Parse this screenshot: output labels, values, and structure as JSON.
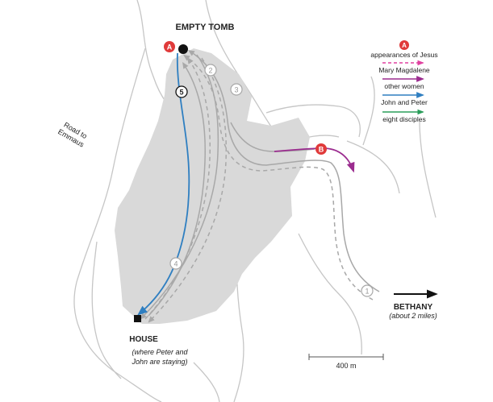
{
  "places": {
    "empty_tomb": "EMPTY TOMB",
    "house": "HOUSE",
    "house_note_1": "(where Peter and",
    "house_note_2": "John are staying)",
    "road_1": "Road to",
    "road_2": "Emmaus",
    "bethany": "BETHANY",
    "bethany_note": "(about 2 miles)"
  },
  "markers": {
    "appearance_a": "A",
    "appearance_b": "B",
    "step_1": "1",
    "step_2": "2",
    "step_3": "3",
    "step_4": "4",
    "step_5": "5"
  },
  "legend": {
    "items": [
      {
        "label": "appearances of Jesus",
        "symbol": "A",
        "color": "#e03a3a"
      },
      {
        "label": "Mary Magdalene",
        "color": "#e040a0",
        "style": "dashed"
      },
      {
        "label": "other women",
        "color": "#9b2c8f",
        "style": "solid"
      },
      {
        "label": "John and Peter",
        "color": "#2f7fc1",
        "style": "solid"
      },
      {
        "label": "eight disciples",
        "color": "#2a9d5a",
        "style": "solid"
      }
    ]
  },
  "scale": {
    "label": "400 m"
  },
  "colors": {
    "city_fill": "#d9d9d9",
    "terrain_line": "#c6c6c6",
    "route_gray": "#a8a8a8",
    "john_peter": "#2f7fc1",
    "other_women": "#9b2c8f",
    "appearance": "#e03a3a"
  }
}
